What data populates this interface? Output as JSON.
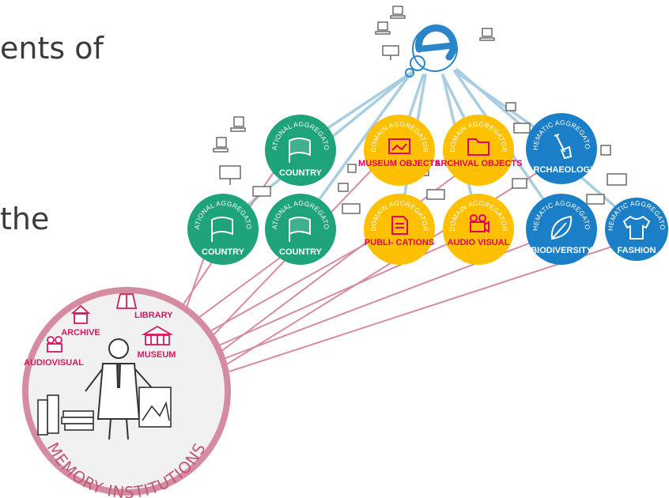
{
  "text_fragments": [
    "ents of",
    "the"
  ],
  "hub": {
    "logo": "e",
    "color": "#2a86c9"
  },
  "colors": {
    "national": "#1fa37a",
    "domain": "#ffc000",
    "thematic": "#1b7fc7",
    "accent_pink": "#e6005e",
    "hub_lines": "#a9cde2",
    "inst_lines": "#d68ca0"
  },
  "aggregators": [
    {
      "id": "nat1",
      "arc": "NATIONAL AGGREGATOR",
      "label": "COUNTRY",
      "icon": "flag-icon",
      "kind": "national"
    },
    {
      "id": "nat2",
      "arc": "NATIONAL AGGREGATOR",
      "label": "COUNTRY",
      "icon": "flag-icon",
      "kind": "national"
    },
    {
      "id": "nat3",
      "arc": "NATIONAL AGGREGATOR",
      "label": "COUNTRY",
      "icon": "flag-icon",
      "kind": "national"
    },
    {
      "id": "dom1",
      "arc": "DOMAIN AGGREGATOR",
      "label": "MUSEUM OBJECTS",
      "icon": "picture-icon",
      "kind": "domain"
    },
    {
      "id": "dom2",
      "arc": "DOMAIN AGGREGATOR",
      "label": "ARCHIVAL OBJECTS",
      "icon": "folder-icon",
      "kind": "domain"
    },
    {
      "id": "dom3",
      "arc": "DOMAIN AGGREGATOR",
      "label": "PUBLI- CATIONS",
      "icon": "document-icon",
      "kind": "domain"
    },
    {
      "id": "dom4",
      "arc": "DOMAIN AGGREGATOR",
      "label": "AUDIO VISUAL",
      "icon": "video-camera-icon",
      "kind": "domain"
    },
    {
      "id": "the1",
      "arc": "THEMATIC AGGREGATOR",
      "label": "ARCHAEOLOGY",
      "icon": "shovel-icon",
      "kind": "thematic"
    },
    {
      "id": "the2",
      "arc": "THEMATIC AGGREGATOR",
      "label": "BIODIVERSITY",
      "icon": "leaf-icon",
      "kind": "thematic"
    },
    {
      "id": "the3",
      "arc": "THEMATIC AGGREGATOR",
      "label": "FASHION",
      "icon": "shirt-icon",
      "kind": "thematic"
    }
  ],
  "institutions": {
    "title": "MEMORY INSTITUTIONS",
    "items": [
      {
        "label": "ARCHIVE",
        "icon": "archive-icon"
      },
      {
        "label": "LIBRARY",
        "icon": "library-icon"
      },
      {
        "label": "AUDIOVISUAL",
        "icon": "audiovisual-icon"
      },
      {
        "label": "MUSEUM",
        "icon": "museum-icon"
      }
    ]
  }
}
